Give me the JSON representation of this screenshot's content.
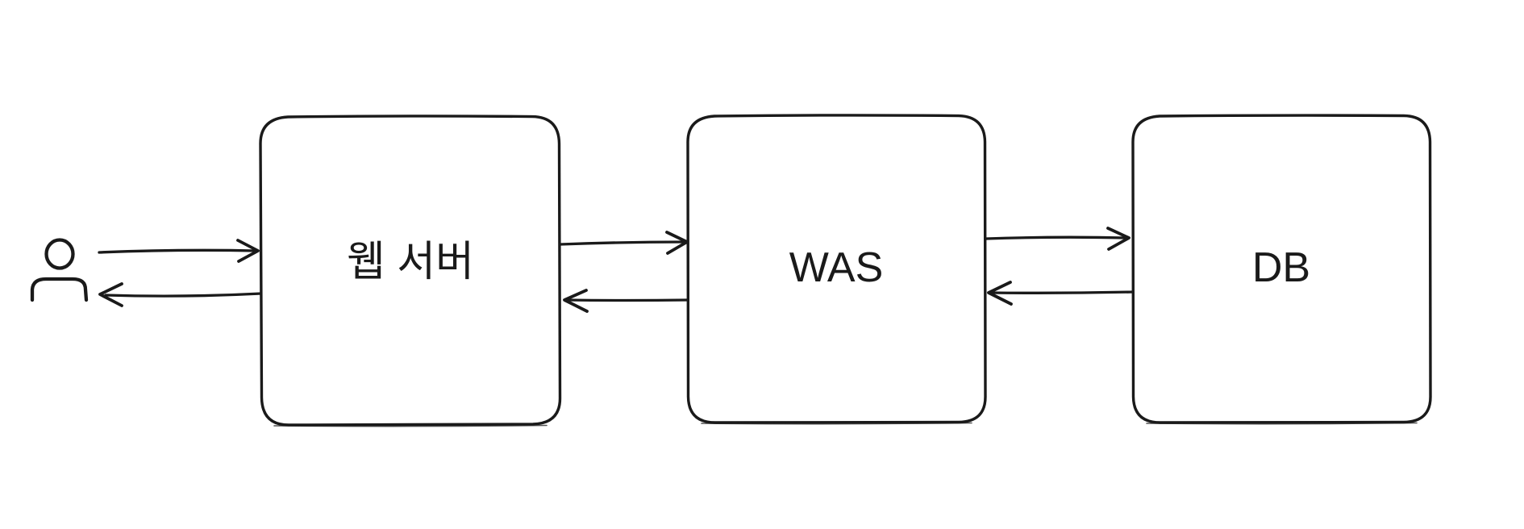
{
  "diagram": {
    "background_color": "#ffffff",
    "stroke_color": "#1a1a1a",
    "text_color": "#1a1a1a",
    "nodes": [
      {
        "id": "user",
        "label": "",
        "icon": "person-icon"
      },
      {
        "id": "web-server",
        "label": "웹 서버"
      },
      {
        "id": "was",
        "label": "WAS"
      },
      {
        "id": "db",
        "label": "DB"
      }
    ],
    "edges": [
      {
        "from": "user",
        "to": "web-server",
        "direction": "right"
      },
      {
        "from": "web-server",
        "to": "user",
        "direction": "left"
      },
      {
        "from": "web-server",
        "to": "was",
        "direction": "right"
      },
      {
        "from": "was",
        "to": "web-server",
        "direction": "left"
      },
      {
        "from": "was",
        "to": "db",
        "direction": "right"
      },
      {
        "from": "db",
        "to": "was",
        "direction": "left"
      }
    ]
  }
}
